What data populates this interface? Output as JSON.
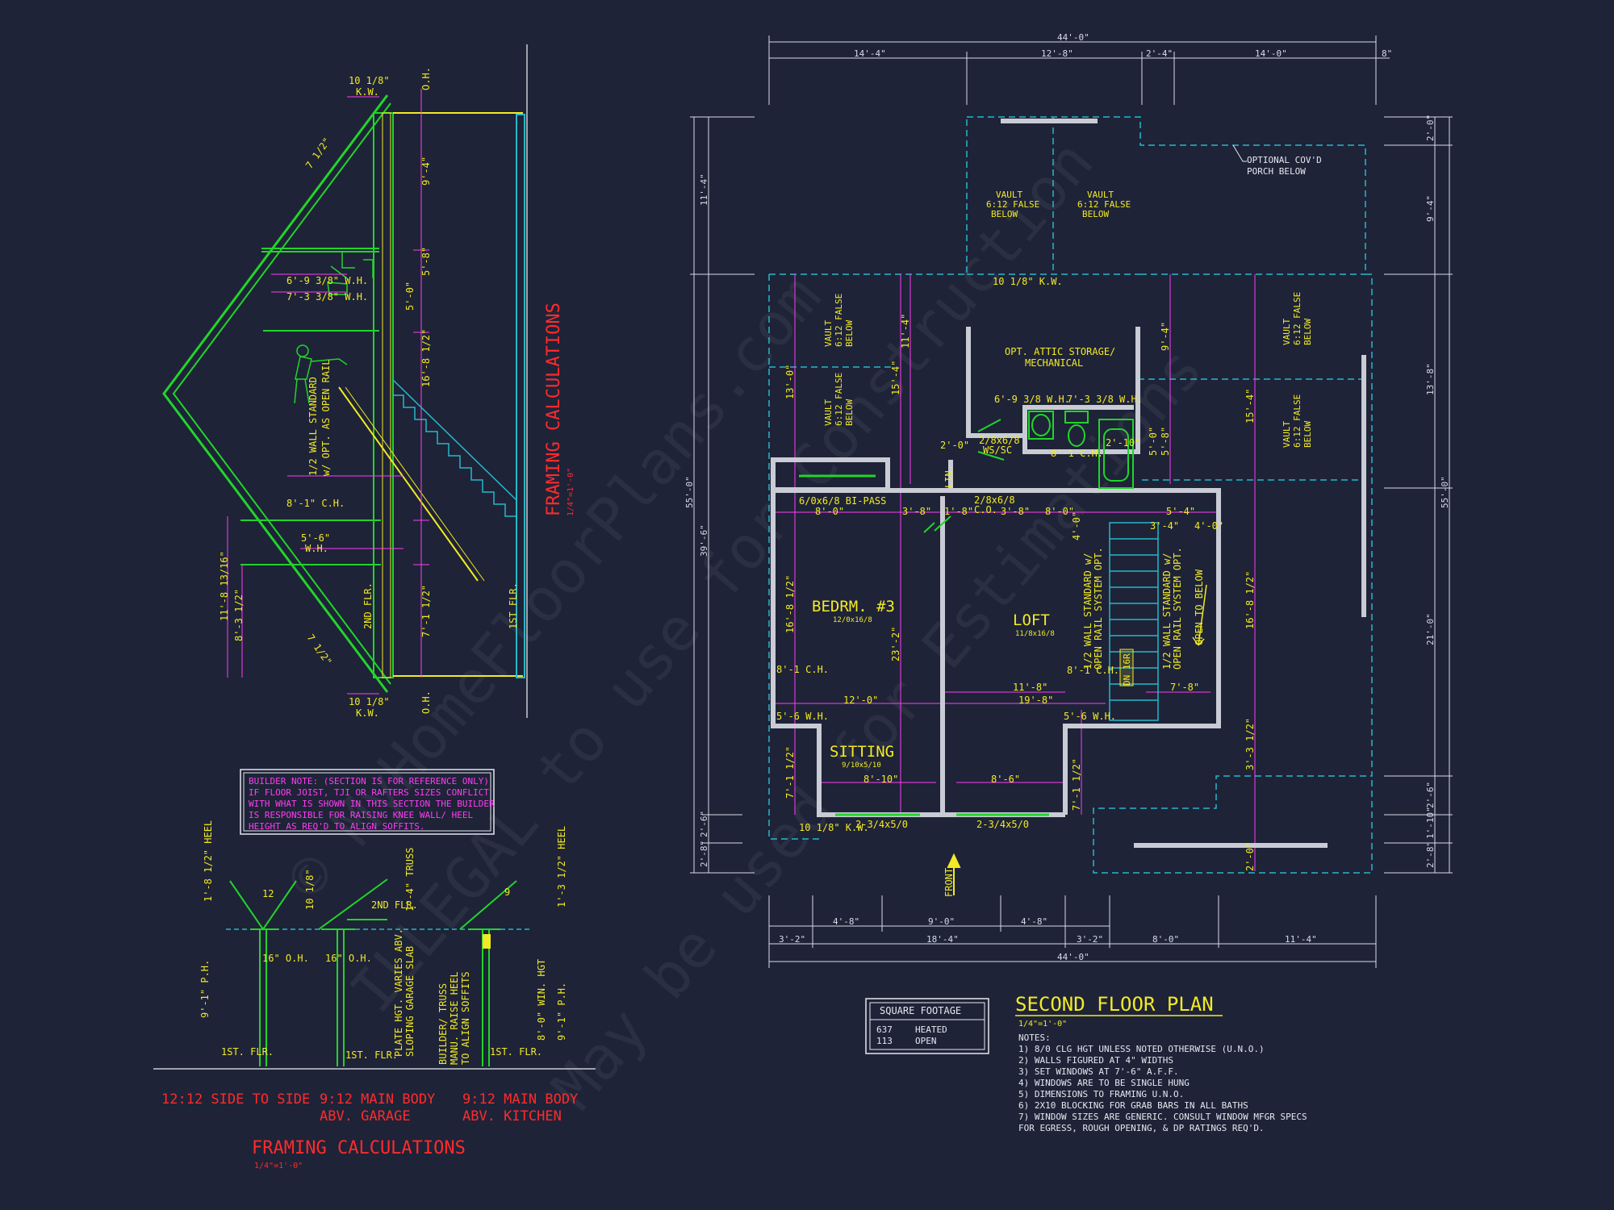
{
  "section_title": "FRAMING CALCULATIONS",
  "section_scale": "1/4\"=1'-0\"",
  "bottom_title": "FRAMING CALCULATIONS",
  "bottom_scale": "1/4\"=1'-0\"",
  "builder_note": [
    "BUILDER NOTE: (SECTION IS FOR REFERENCE ONLY)",
    "IF FLOOR JOIST, TJI OR RAFTERS SIZES CONFLICT",
    "WITH WHAT IS SHOWN IN THIS SECTION THE BUILDER",
    "IS RESPONSIBLE FOR RAISING KNEE WALL/ HEEL",
    "HEIGHT AS REQ'D TO ALIGN SOFFITS."
  ],
  "section_dims": {
    "kw_top": "10 1/8\"",
    "kw_label": "K.W.",
    "oh": "O.H.",
    "pitch1": "7 1/2\"",
    "pitch2": "7 1/2\"",
    "wh1": "6'-9 3/8\" W.H.",
    "wh2": "7'-3 3/8\" W.H.",
    "ch": "8'-1\" C.H.",
    "wh3": "5'-6\"",
    "wh3b": "W.H.",
    "rail_note1": "1/2 WALL STANDARD",
    "rail_note2": "w/ OPT. AS OPEN RAIL",
    "v1": "9'-4\"",
    "v2": "5'-8\"",
    "v3": "5'-0\"",
    "v4": "16'-8 1/2\"",
    "v5": "7'-1 1/2\"",
    "left_v1": "11'-8 13/16\"",
    "left_v2": "8'-3 1/2\"",
    "flr2": "2ND FLR.",
    "flr1": "1ST FLR.",
    "kw_bot": "10 1/8\""
  },
  "calc_labels": [
    {
      "line1": "12:12 SIDE TO SIDE",
      "line2": ""
    },
    {
      "line1": "9:12 MAIN BODY",
      "line2": "ABV. GARAGE"
    },
    {
      "line1": "9:12 MAIN BODY",
      "line2": "ABV. KITCHEN"
    }
  ],
  "calc_dims": {
    "heel": "1'-8 1/2\" HEEL",
    "ph1": "9'-1\" P.H.",
    "flr": "1ST. FLR.",
    "kw": "10 1/8\"",
    "oh": "16\" O.H.",
    "flr2": "2ND FLR.",
    "truss": "1'-4\" TRUSS",
    "plate_note1": "PLATE HGT. VARIES ABV.",
    "plate_note2": "SLOPING GARAGE SLAB",
    "builder1": "BUILDER/ TRUSS",
    "builder2": "MANU. RAISE HEEL",
    "builder3": "TO ALIGN SOFFITS",
    "heel2": "1'-3 1/2\" HEEL",
    "wh": "8'-0\" WIN. HGT",
    "ph2": "9'-1\" P.H.",
    "d12": "12",
    "d9": "9"
  },
  "plan": {
    "title": "SECOND FLOOR PLAN",
    "scale": "1/4\"=1'-0\"",
    "top_dims": [
      "44'-0\"",
      "14'-4\"",
      "12'-8\"",
      "2'-4\"",
      "14'-0\"",
      "8\""
    ],
    "bottom_dims_row1": [
      "4'-8\"",
      "9'-0\"",
      "4'-8\""
    ],
    "bottom_dims_row2": [
      "3'-2\"",
      "18'-4\"",
      "3'-2\"",
      "8'-0\"",
      "11'-4\""
    ],
    "bottom_total": "44'-0\"",
    "left_dims": [
      "11'-4\"",
      "55'-0\"",
      "39'-6\"",
      "2'-6\"",
      "2'-8\""
    ],
    "right_dims": [
      "2'-0\"",
      "9'-4\"",
      "13'-8\"",
      "55'-0\"",
      "21'-0\"",
      "2'-6\"",
      "1'-10\"",
      "2'-8\""
    ],
    "porch_note": [
      "OPTIONAL COV'D",
      "PORCH BELOW"
    ],
    "vault_note": [
      "VAULT",
      "6:12 FALSE",
      "BELOW"
    ],
    "attic_note": [
      "OPT. ATTIC STORAGE/",
      "MECHANICAL"
    ],
    "kw_note": "10 1/8\" K.W.",
    "kw_note2": "10 1/8\" K.W.",
    "bedroom": {
      "name": "BEDRM. #3",
      "size": "12/0x16/8"
    },
    "loft": {
      "name": "LOFT",
      "size": "11/8x16/8"
    },
    "sitting": {
      "name": "SITTING",
      "size": "9/10x5/10"
    },
    "door_bipass": "6/0x6/8 BI-PASS",
    "door_co": "2/8x6/8",
    "door_co2": "C.O.",
    "wh_notes": [
      "6'-9 3/8 W.H.",
      "7'-3 3/8 W.H."
    ],
    "ch_notes": [
      "8'-1 C.H.",
      "8'-1 C.H.",
      "8'-1 C.H."
    ],
    "wh55": [
      "5'-6 W.H.",
      "5'-6 W.H."
    ],
    "wsc": "2/8x6/8",
    "wsc2": "WS/SC",
    "lin": "LIN.",
    "front": "FRONT",
    "rail_notes": [
      "1/2 WALL STANDARD w/",
      "OPEN RAIL SYSTEM OPT.",
      "1/2 WALL STANDARD w/",
      "OPEN RAIL SYSTEM OPT."
    ],
    "open_below": "OPEN TO BELOW",
    "dn": "DN 16R",
    "windows": [
      "2-3/4x5/0",
      "2-3/4x5/0"
    ],
    "inner_dims": [
      "8'-0\"",
      "3'-8\"",
      "1'-8\"",
      "3'-8\"",
      "8'-0\"",
      "5'-4\"",
      "3'-4\"",
      "4'-0\"",
      "12'-0\"",
      "11'-8\"",
      "19'-8\"",
      "7'-8\"",
      "8'-10\"",
      "8'-6\"",
      "2'-0\"",
      "2'-10\"",
      "13'-0\"",
      "16'-8 1/2\"",
      "23'-2\"",
      "11'-4\"",
      "15'-4\"",
      "9'-4\"",
      "15'-4\"",
      "16'-8 1/2\"",
      "5'-0\"",
      "5'-8\"",
      "7'-1 1/2\"",
      "7'-1 1/2\"",
      "3'-3 1/2\"",
      "2'-0\"",
      "4'-0\""
    ]
  },
  "sqft": {
    "title": "SQUARE FOOTAGE",
    "rows": [
      [
        "637",
        "HEATED"
      ],
      [
        "113",
        "OPEN"
      ]
    ]
  },
  "notes_title": "NOTES:",
  "notes": [
    "1)  8/0 CLG HGT UNLESS NOTED OTHERWISE (U.N.O.)",
    "2)  WALLS FIGURED AT 4\" WIDTHS",
    "3)  SET WINDOWS AT 7'-6\" A.F.F.",
    "4)  WINDOWS ARE TO BE SINGLE HUNG",
    "5)  DIMENSIONS TO FRAMING U.N.O.",
    "6)  2X10 BLOCKING FOR GRAB BARS IN ALL BATHS",
    "7)  WINDOW SIZES ARE GENERIC. CONSULT WINDOW MFGR SPECS",
    "     FOR EGRESS, ROUGH OPENING, & DP RATINGS REQ'D."
  ],
  "watermark": [
    "© MyHomeFloorPlans.com",
    "ILLEGAL to use for Construction",
    "May be used for Estimations"
  ],
  "colors": {
    "bg": "#1e2338",
    "yellow": "#f2ea25",
    "magenta": "#ff3df2",
    "red": "#ff2b2b",
    "green": "#22d42a",
    "cyan": "#27b8c9",
    "wall": "#c9ccd4"
  }
}
